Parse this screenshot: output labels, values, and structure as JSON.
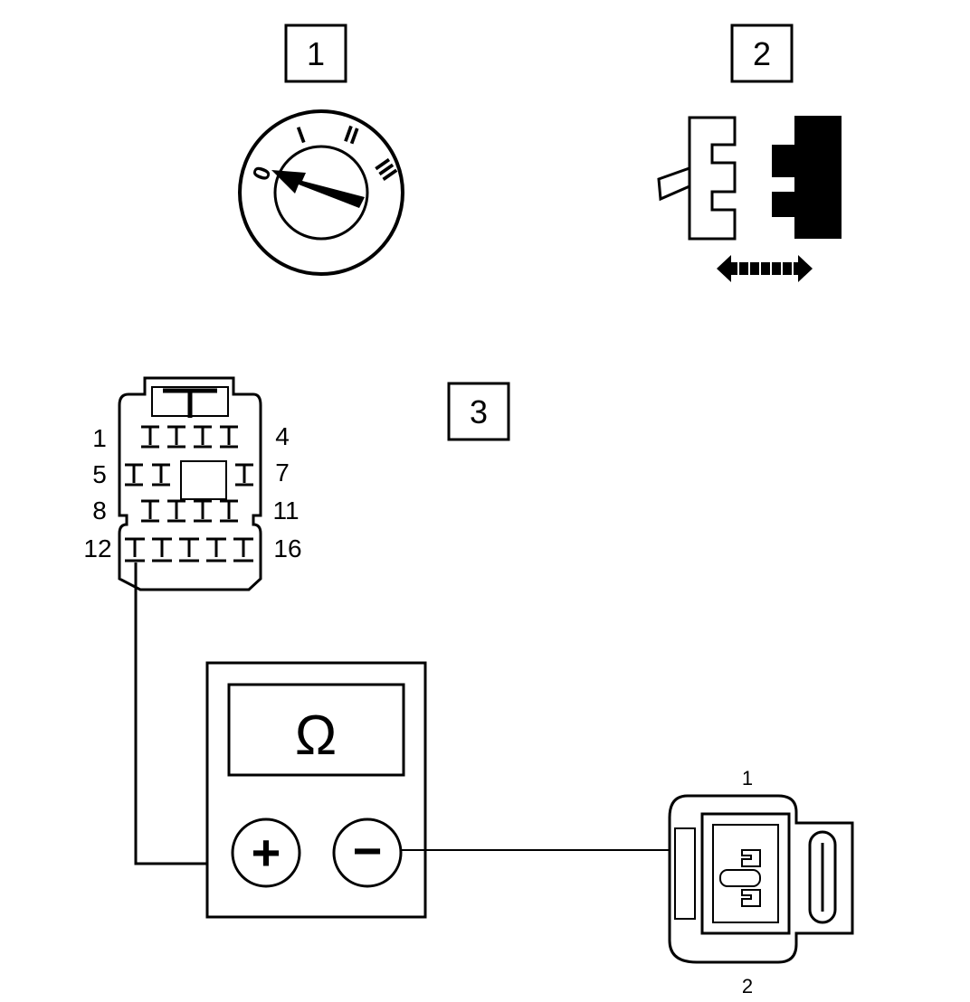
{
  "steps": [
    {
      "number": "1"
    },
    {
      "number": "2"
    },
    {
      "number": "3"
    }
  ],
  "ignition_switch": {
    "positions": [
      "0",
      "I",
      "II",
      "III"
    ]
  },
  "harness_connector": {
    "pin_labels": {
      "row1_left": "1",
      "row1_right": "4",
      "row2_left": "5",
      "row2_right": "7",
      "row3_left": "8",
      "row3_right": "11",
      "row4_left": "12",
      "row4_right": "16"
    }
  },
  "multimeter": {
    "display_symbol": "Ω",
    "plus_terminal": "+",
    "minus_terminal": "−"
  },
  "sensor_connector": {
    "pin_top": "1",
    "pin_bottom": "2"
  }
}
